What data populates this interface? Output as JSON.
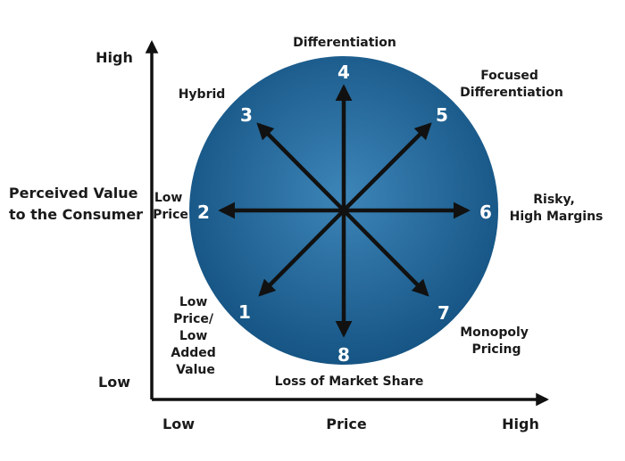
{
  "axes": {
    "y_title": [
      "Perceived Value",
      "to the Consumer"
    ],
    "y_high": "High",
    "y_low": "Low",
    "x_title": "Price",
    "x_low": "Low",
    "x_high": "High"
  },
  "positions": [
    {
      "number": "1",
      "label": [
        "Low",
        "Price/",
        "Low",
        "Added",
        "Value"
      ]
    },
    {
      "number": "2",
      "label": [
        "Low",
        "Price"
      ]
    },
    {
      "number": "3",
      "label": [
        "Hybrid"
      ]
    },
    {
      "number": "4",
      "label": [
        "Differentiation"
      ]
    },
    {
      "number": "5",
      "label": [
        "Focused",
        "Differentiation"
      ]
    },
    {
      "number": "6",
      "label": [
        "Risky,",
        "High Margins"
      ]
    },
    {
      "number": "7",
      "label": [
        "Monopoly",
        "Pricing"
      ]
    },
    {
      "number": "8",
      "label": [
        "Loss of Market Share"
      ]
    }
  ],
  "colors": {
    "circle_light": "#3d85b8",
    "circle_dark": "#12507f",
    "arrow": "#111111"
  }
}
